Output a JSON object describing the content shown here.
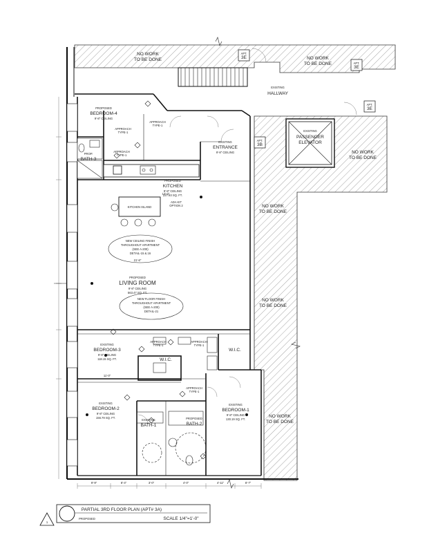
{
  "rooms": {
    "no_work_top_left": [
      "NO WORK",
      "TO BE DONE"
    ],
    "no_work_top_right": [
      "NO WORK",
      "TO BE DONE"
    ],
    "no_work_right_upper": [
      "NO WORK",
      "TO BE DONE"
    ],
    "no_work_mid": [
      "NO WORK",
      "TO BE DONE"
    ],
    "no_work_lower_mid": [
      "NO WORK",
      "TO BE DONE"
    ],
    "no_work_bottom_right": [
      "NO WORK",
      "TO BE DONE"
    ],
    "hallway": [
      "EXISTING",
      "HALLWAY"
    ],
    "elevator": [
      "EXISTING",
      "PASSENGER",
      "ELEVATOR"
    ],
    "bedroom4": [
      "PROPOSED",
      "BEDROOM-4",
      "9'-8\" CEILING"
    ],
    "bath3": [
      "PROP.",
      "BATH-3"
    ],
    "kitchen": [
      "PROPOSED",
      "KITCHEN",
      "9'-8\" CEILING",
      "227.93 SQ. FT."
    ],
    "entrance": [
      "EXISTING",
      "ENTRANCE",
      "9'-8\" CEILING"
    ],
    "living": [
      "PROPOSED",
      "LIVING ROOM",
      "9'-8\" CEILING",
      "563.47 SQ. FT."
    ],
    "bedroom3": [
      "EXISTING",
      "BEDROOM-3",
      "9'-8\" CEILING",
      "118.15 SQ. FT."
    ],
    "wic_left": [
      "W.I.C."
    ],
    "wic_right": [
      "W.I.C."
    ],
    "bedroom2": [
      "EXISTING",
      "BEDROOM-2",
      "9'-8\" CEILING",
      "156.79 SQ. FT."
    ],
    "bath1": [
      "EXISTING",
      "BATH-1"
    ],
    "bath2": [
      "PROPOSED",
      "BATH-2"
    ],
    "bedroom1": [
      "EXISTING",
      "BEDROOM-1",
      "9'-8\" CEILING",
      "130.19 SQ. FT."
    ]
  },
  "notes": {
    "ceiling_finish": [
      "NEW CEILING FINISH",
      "THROUGHOUT APARTMENT",
      "(SEE A-200)",
      "DETAIL-15 & 16"
    ],
    "floor_finish": [
      "NEW FLOOR FINISH",
      "THROUGHOUT APARTMENT",
      "(SEE A-200)",
      "DETAIL-21"
    ],
    "kitchen_island": "KITCHEN ISLAND"
  },
  "tags": {
    "apt3e_1": [
      "APT.",
      "3E"
    ],
    "apt3e_2": [
      "APT.",
      "3E"
    ],
    "apt3e_3": [
      "APT.",
      "3E"
    ],
    "apt3b": [
      "APT.",
      "3B"
    ]
  },
  "approach": {
    "a1": [
      "APPROACH",
      "TYPE-1"
    ],
    "a2": [
      "APPROACH",
      "TYPE-1"
    ],
    "a3": [
      "APPROACH",
      "TYPE-1"
    ],
    "a4": [
      "ADA KIT",
      "OPTION 2"
    ],
    "a5": [
      "APPROACH",
      "TYPE-1"
    ],
    "a6": [
      "APPROACH",
      "TYPE-1"
    ],
    "a7": [
      "APPROACH",
      "TYPE-1"
    ]
  },
  "dimensions": {
    "bottom": [
      "9'-9\"",
      "8'-4\"",
      "3'-0\"",
      "4'-0\"",
      "4'-11\"",
      "8'-7\""
    ],
    "living_width": "21'-6\"",
    "bedroom_width": "11'-0\"",
    "kitchen_width": "13'-0\""
  },
  "title_block": {
    "number": "1",
    "title": "PARTIAL 3RD FLOOR PLAN (APT# 3A)",
    "subtitle": "PROPOSED",
    "scale": "SCALE 1/4\"=1'-0\""
  }
}
